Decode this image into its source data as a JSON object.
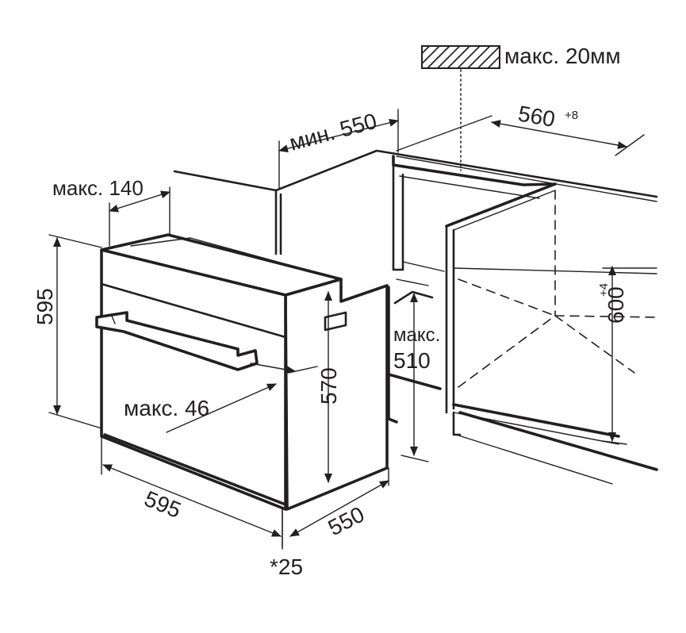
{
  "labels": {
    "gap_top": "макс. 20мм",
    "min_depth": "мин. 550",
    "niche_width": "560",
    "niche_width_tol": "+8",
    "max_140": "макс. 140",
    "height_595": "595",
    "width_595": "595",
    "depth_550": "550",
    "height_570": "570",
    "max_46": "макс. 46",
    "max_510_word": "макс.",
    "max_510_value": "510",
    "niche_height": "600",
    "niche_height_tol": "+4",
    "footnote": "*25"
  },
  "colors": {
    "line": "#231f20",
    "background": "#ffffff"
  }
}
